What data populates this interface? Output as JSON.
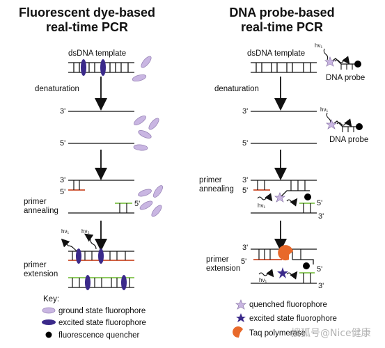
{
  "titles": {
    "left_line1": "Fluorescent dye-based",
    "left_line2": "real-time PCR",
    "right_line1": "DNA probe-based",
    "right_line2": "real-time PCR"
  },
  "labels": {
    "dsdna_template": "dsDNA template",
    "denaturation": "denaturation",
    "primer": "primer",
    "annealing": "annealing",
    "extension": "extension",
    "dna_probe": "DNA probe",
    "three_prime": "3'",
    "five_prime": "5'",
    "hv_1": "hν₁",
    "hv_2": "hν₂"
  },
  "key": {
    "heading": "Key:",
    "ground_state": "ground state fluorophore",
    "excited_state": "excited state fluorophore",
    "quencher": "fluorescence quencher",
    "quenched": "quenched fluorophore",
    "excited_star": "excited state fluorophore",
    "taq": "Taq polymerase"
  },
  "watermark": "搜狐号@Nice健康",
  "colors": {
    "ground_fluorophore": "#c9b6e2",
    "excited_fluorophore": "#3b2a8a",
    "primer_red": "#cc4b2a",
    "primer_green": "#7fc24a",
    "taq": "#e8692a",
    "quencher": "#000000"
  }
}
